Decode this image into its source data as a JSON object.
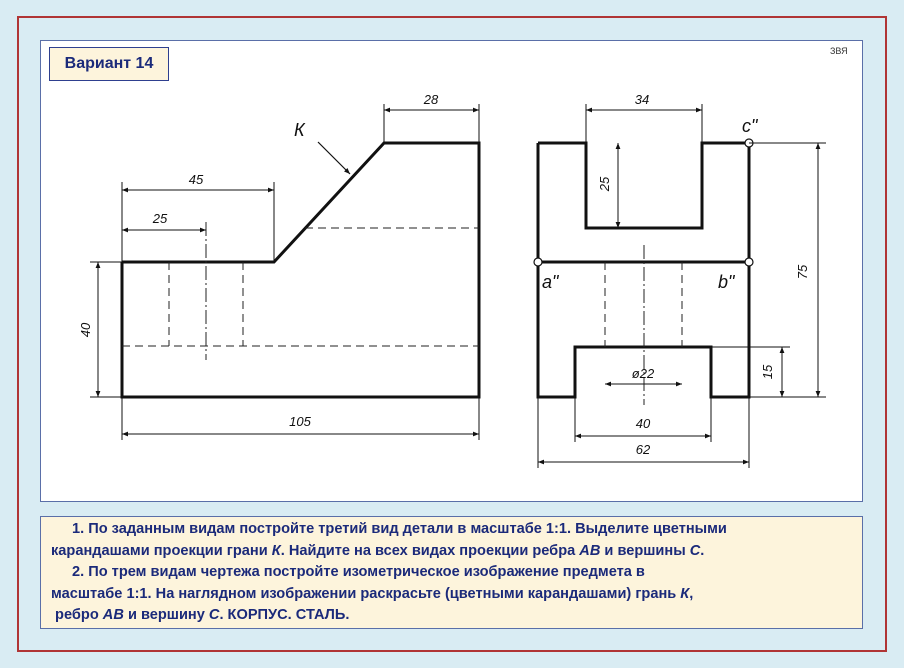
{
  "variant_title": "Вариант 14",
  "author_mark": "ЗВЯ",
  "labels": {
    "face_k": "К",
    "point_a": "a\"",
    "point_b": "b\"",
    "point_c": "c\""
  },
  "dimensions": {
    "d28": "28",
    "d45": "45",
    "d25_front": "25",
    "d40_height": "40",
    "d105": "105",
    "d34": "34",
    "d25_side": "25",
    "d75": "75",
    "d15": "15",
    "d22": "ø22",
    "d40_width": "40",
    "d62": "62"
  },
  "task": {
    "p1_a": "1. По заданным видам постройте третий вид детали в масштабе 1:1. Выделите цветными",
    "p1_b": "карандашами проекции грани ",
    "p1_k": "К",
    "p1_c": ". Найдите на всех видах проекции ребра ",
    "p1_ab": "АВ",
    "p1_d": " и вершины ",
    "p1_cpt": "С",
    "p1_e": ".",
    "p2_a": "2. По трем видам чертежа постройте изометрическое изображение предмета в",
    "p2_b": "масштабе 1:1. На наглядном изображении раскрасьте (цветными карандашами)  грань ",
    "p2_k": "К",
    "p2_c": ",",
    "p2_d": " ребро ",
    "p2_ab": "АВ",
    "p2_e": " и вершину ",
    "p2_cpt": "С",
    "p2_f": ". КОРПУС. СТАЛЬ."
  }
}
